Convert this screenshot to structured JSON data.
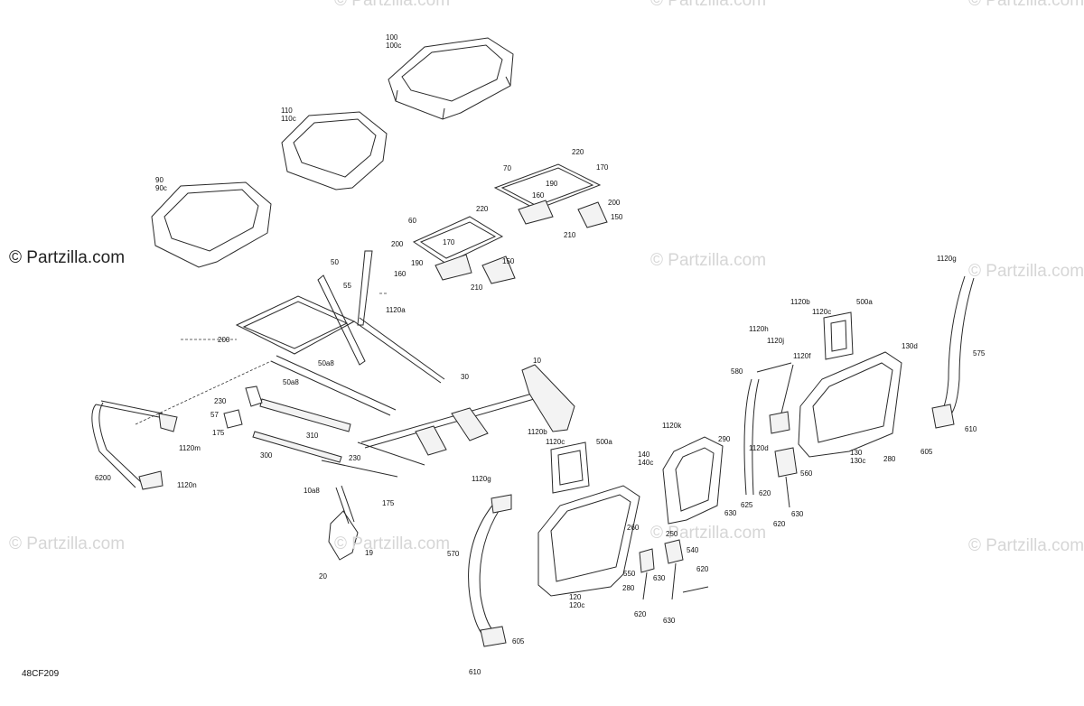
{
  "watermark": "© Partzilla.com",
  "brand": "© Partzilla.com",
  "diagram_code": "48CF209",
  "callouts": {
    "c100": "100\n100c",
    "c110": "110\n110c",
    "c90": "90\n90c",
    "c70": "70",
    "c220a": "220",
    "c170a": "170",
    "c190a": "190",
    "c160a": "160",
    "c200a": "200",
    "c150a": "150",
    "c210a": "210",
    "c60": "60",
    "c220b": "220",
    "c200b": "200",
    "c170b": "170",
    "c190b": "190",
    "c160b": "160",
    "c150b": "150",
    "c210b": "210",
    "c50": "50",
    "c55": "55",
    "c1120a": "1120a",
    "c200c": "200",
    "c50a8a": "50a8",
    "c50a8b": "50a8",
    "c10": "10",
    "c30": "30",
    "c230a": "230",
    "c57": "57",
    "c175a": "175",
    "c310": "310",
    "c300": "300",
    "c230b": "230",
    "c10a8": "10a8",
    "c175b": "175",
    "c19": "19",
    "c20": "20",
    "c6200": "6200",
    "c1120m": "1120m",
    "c1120n": "1120n",
    "c1120b": "1120b",
    "c1120c": "1120c",
    "c500a_r": "500a",
    "c1120h": "1120h",
    "c1120j": "1120j",
    "c1120f": "1120f",
    "c580": "580",
    "c1120k": "1120k",
    "c290": "290",
    "c1120d": "1120d",
    "c560": "560",
    "c140": "140\n140c",
    "c625": "625",
    "c620a": "620",
    "c630a": "630",
    "c620b": "620",
    "c630b": "630",
    "c1120b_l": "1120b",
    "c1120c_l": "1120c",
    "c500a_l": "500a",
    "c1120g_l": "1120g",
    "c570": "570",
    "c260": "260",
    "c250": "250",
    "c540": "540",
    "c550": "550",
    "c630c": "630",
    "c620c": "620",
    "c620d": "620",
    "c630d": "630",
    "c120": "120\n120c",
    "c280a": "280",
    "c605a": "605",
    "c610a": "610",
    "c1120g_r": "1120g",
    "c575": "575",
    "c130d": "130d",
    "c130": "130\n130c",
    "c280b": "280",
    "c605b": "605",
    "c610b": "610"
  }
}
